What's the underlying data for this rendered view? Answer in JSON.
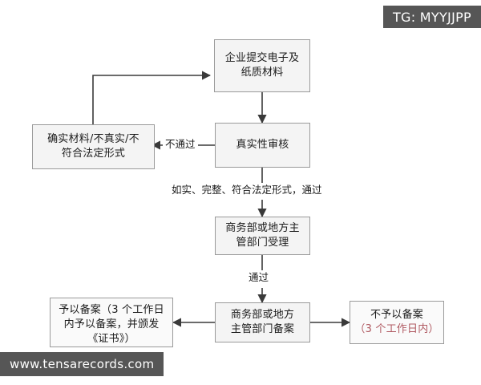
{
  "meta": {
    "tag_label": "TG: MYYJJPP",
    "watermark": "www.tensarecords.com",
    "banner_bg": "#565656",
    "node_fill": "#f4f4f4",
    "node_border": "#9a9a9a",
    "line_color": "#3a3a3a",
    "accent_color": "#b05a62"
  },
  "nodes": {
    "submit": {
      "label": "企业提交电子及\n纸质材料"
    },
    "reject_reason": {
      "label": "确实材料/不真实/不\n符合法定形式"
    },
    "authenticity_review": {
      "label": "真实性审核"
    },
    "accept": {
      "label": "商务部或地方主\n管部门受理"
    },
    "record": {
      "label": "商务部或地方\n主管部门备案"
    },
    "approved": {
      "line1": "予以备案（3 个工作日",
      "line2": "内予以备案，并颁发",
      "line3": "《证书》）"
    },
    "denied": {
      "line1": "不予以备案",
      "line2": "（3 个工作日内）"
    }
  },
  "edges": {
    "fail_label": "不通过",
    "pass_detail_label": "如实、完整、符合法定形式，通过",
    "pass_label": "通过"
  }
}
